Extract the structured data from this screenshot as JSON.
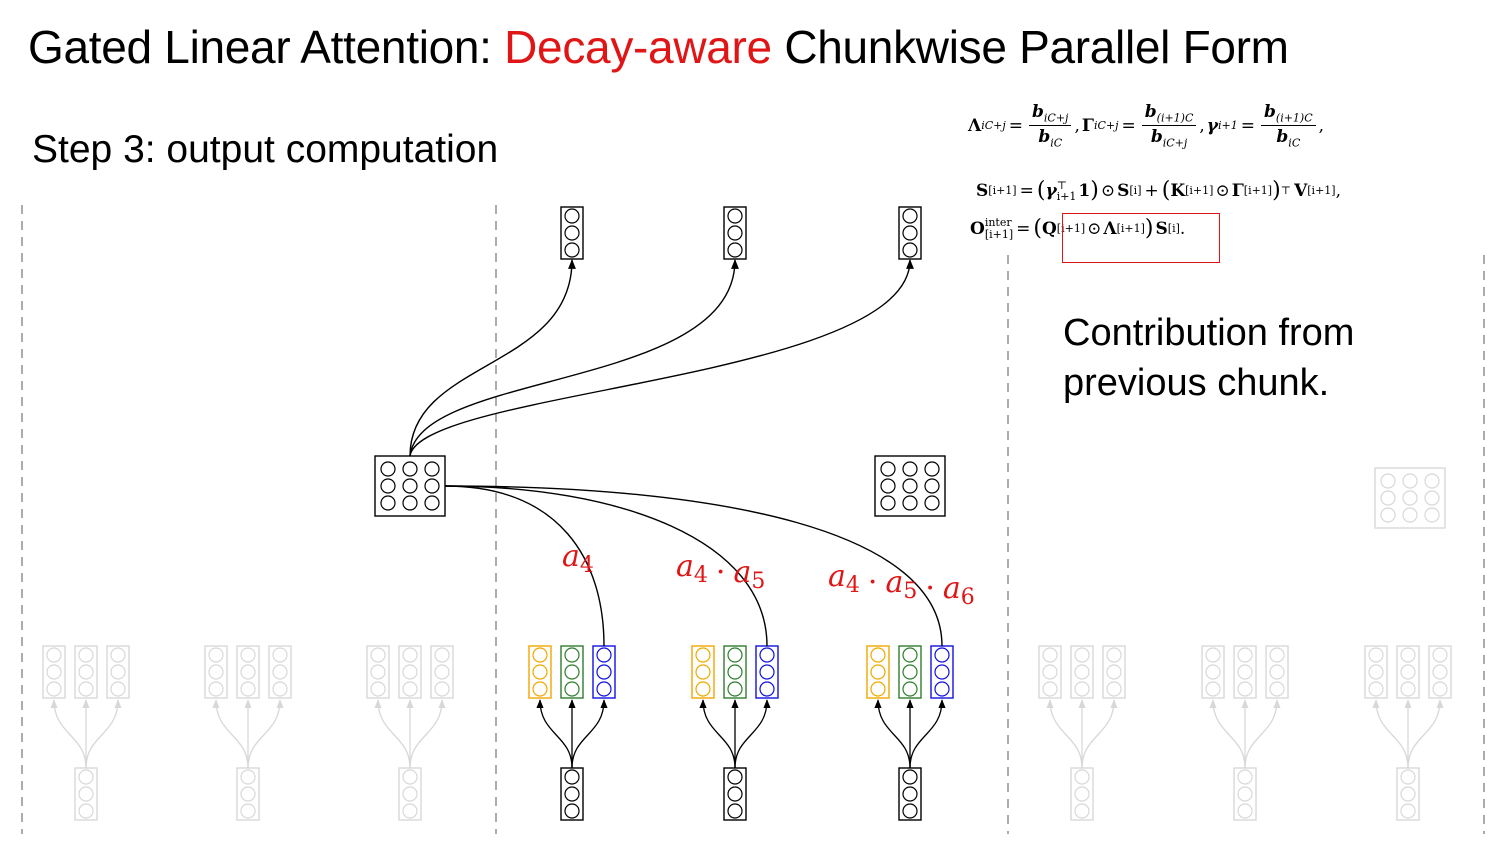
{
  "slide": {
    "title_prefix": "Gated Linear Attention: ",
    "title_highlight": "Decay-aware",
    "title_suffix": " Chunkwise Parallel Form",
    "subtitle": "Step 3: output computation",
    "note_line1": "Contribution from",
    "note_line2": "previous chunk.",
    "highlight_color": "#e01616"
  },
  "equations": {
    "lambda_lhs": "Λ",
    "lambda_sub": "iC+j",
    "lambda_num": "b",
    "lambda_num_sub": "iC+j",
    "lambda_den": "b",
    "lambda_den_sub": "iC",
    "gamma_lhs": "Γ",
    "gamma_sub": "iC+j",
    "gamma_num": "b",
    "gamma_num_sub": "(i+1)C",
    "gamma_den": "b",
    "gamma_den_sub": "iC+j",
    "gsmall_lhs": "γ",
    "gsmall_sub": "i+1",
    "gsmall_num": "b",
    "gsmall_num_sub": "(i+1)C",
    "gsmall_den": "b",
    "gsmall_den_sub": "iC",
    "row1_end": ",",
    "row2": "S[i+1] = (γ⊤i+1 1) ⊙ S[i] + (K[i+1] ⊙ Γ[i+1])⊤ V[i+1],",
    "row3": "Ointer[i+1] = (Q[i+1] ⊙ Λ[i+1]) S[i]."
  },
  "decay_labels": [
    {
      "base": "a",
      "terms": [
        "4"
      ]
    },
    {
      "base": "a",
      "terms": [
        "4",
        "5"
      ]
    },
    {
      "base": "a",
      "terms": [
        "4",
        "5",
        "6"
      ]
    }
  ],
  "colors": {
    "query": "#f0a800",
    "key": "#2e7d2e",
    "value": "#1010e0",
    "faded": "#d8d8d8",
    "dashed": "#888888"
  }
}
